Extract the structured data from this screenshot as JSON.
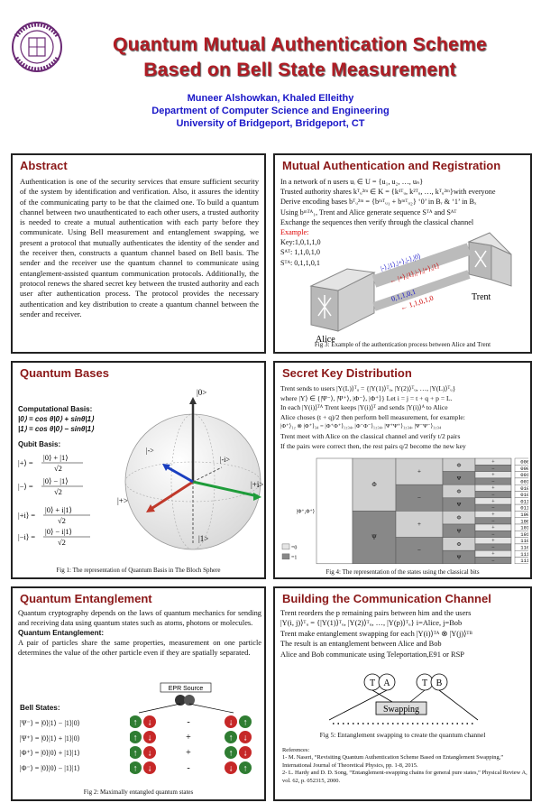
{
  "header": {
    "title_line1": "Quantum Mutual Authentication Scheme",
    "title_line2": "Based on Bell State Measurement",
    "authors": "Muneer Alshowkan, Khaled Elleithy",
    "department": "Department of Computer Science and Engineering",
    "university": "University of Bridgeport, Bridgeport, CT",
    "logo_text": "UNIVERSITY OF BRIDGEPORT"
  },
  "colors": {
    "title": "#b01c24",
    "authors": "#1a17c8",
    "panel_title": "#8a1717",
    "logo": "#6b2a75"
  },
  "abstract": {
    "title": "Abstract",
    "text": "Authentication is one of the security services that ensure sufficient security of the system by identification and verification. Also, it assures the identity of the communicating party to be that the claimed one. To build a quantum channel between two unauthenticated to each other users, a trusted authority is needed to create a mutual authentication with each party before they communicate. Using Bell measurement and entanglement swapping, we present a protocol that mutually authenticates the identity of the sender and the receiver then, constructs a quantum channel based on Bell basis. The sender and the receiver use the quantum channel to communicate using entanglement-assisted quantum communication protocols. Additionally, the protocol renews the shared secret key between the trusted authority and each user after authentication process. The protocol provides the necessary authentication and key distribution to create a quantum channel between the sender and receiver."
  },
  "mutual": {
    "title": "Mutual Authentication and Registration",
    "lines": [
      "In a network of n users uᵢ ∈ U = {u₁, u₂, …, uₙ}",
      "Trusted authority shares kᵀᵤ²ᵐ ∈ K = {k¹ᵀᵤ, k²ᵀᵤ, …, kᵀᵤ²ᵐ}with everyone",
      "Derive encoding bases bᵀᵤ²ᵐ = {bᵐᵀᵤ₁ + bᵐᵀᵤ₂} ‘0’ in Bᵣ & ‘1’ in Bₓ",
      "Using bᵐᵀᴬ₁, Trent and Alice generate sequence Sᵀᴬ and Sᴬᵀ",
      "Exchange the sequences then verify through the classical channel"
    ],
    "example_label": "Example:",
    "key": "Key:1,0,1,1,0",
    "sat": "Sᴬᵀ: 1,1,0,1,0",
    "sta": "Sᵀᴬ: 0,1,1,0,1",
    "alice": "Alice",
    "trent": "Trent",
    "arrow_top": "|-⟩,|1⟩,|+⟩,|-⟩,|0⟩",
    "arrow_mid": "← |+⟩,|1⟩,|-⟩,|+⟩,|1⟩",
    "arrow_bits1": "0,1,1,0,1",
    "arrow_bits2": "← 1,1,0,1,0",
    "caption": "Fig 3: Example of the authentication process between Alice and Trent"
  },
  "quantum_bases": {
    "title": "Quantum Bases",
    "comp_label": "Computational Basis:",
    "comp1": "|0⟩ = cos θ|0⟩ + sinθ|1⟩",
    "comp2": "|1⟩ = cos θ|0⟩ − sinθ|1⟩",
    "qubit_label": "Qubit Basis:",
    "plus_lhs": "|+⟩ =",
    "plus_num": "|0⟩ + |1⟩",
    "minus_lhs": "|−⟩ =",
    "minus_num": "|0⟩ − |1⟩",
    "plusi_lhs": "|+i⟩ =",
    "plusi_num": "|0⟩ + i|1⟩",
    "minusi_lhs": "|−i⟩ =",
    "minusi_num": "|0⟩ − i|1⟩",
    "den": "√2",
    "sphere_0": "|0>",
    "sphere_1": "|1>",
    "sphere_plus": "|+>",
    "sphere_minus": "|->",
    "sphere_plusi": "|+i>",
    "sphere_minusi": "|-i>",
    "caption": "Fig 1: The representation of Quantum Basis in The Bloch Sphere"
  },
  "secret": {
    "title": "Secret Key Distribution",
    "lines": [
      "Trent sends to users |Υ(L)⟩ᵀᵤ = {|Υ(1)⟩ᵀᵤ, |Υ(2)⟩ᵀᵤ, …, |Υ(L)⟩ᵀᵤ}",
      "where |Υ⟩ ∈ {|Ψ⁻⟩, |Ψ⁺⟩, |Φ⁻⟩, |Φ⁺⟩} Let i = j = t + q + p = L.",
      "In each |Υ(i)⟩ᵀᴬ Trent keeps |Υ(i)⟩ᵀ and sends |Υ(i)⟩ᴬ to Alice",
      "Alice choses (t + q)/2 then perform bell measurement, for example:",
      "|Φ⁺⟩₁₂ ⊗ |Φ⁺⟩₃₄ = |Φ⁺Φ⁺⟩₁₂₃₄, |Φ⁻Φ⁻⟩₁₂₃₄, |Ψ⁺Ψ⁺⟩₁₂₃₄, |Ψ⁻Ψ⁻⟩₁₂₃₄",
      "Trent meet with Alice on the classical channel and verify t/2 pairs",
      "If the pairs were correct then, the rest pairs q/2 become the new key"
    ],
    "table_root": "|Φ⁺,Φ⁺⟩",
    "level1": [
      "Φ",
      "Ψ"
    ],
    "level2": [
      "+",
      "−",
      "+",
      "−"
    ],
    "level3": [
      "Φ",
      "Ψ",
      "Φ",
      "Ψ",
      "Φ",
      "Ψ",
      "Φ",
      "Ψ"
    ],
    "signs": [
      "+",
      "−",
      "+",
      "−",
      "+",
      "−",
      "+",
      "−",
      "+",
      "−",
      "+",
      "−",
      "+",
      "−",
      "+",
      "−"
    ],
    "bits": [
      "0000",
      "0001",
      "0010",
      "0011",
      "0100",
      "0101",
      "0110",
      "0111",
      "1000",
      "1001",
      "1010",
      "1011",
      "1100",
      "1101",
      "1110",
      "1111"
    ],
    "legend0": "=0",
    "legend1": "=1",
    "caption": "Fig 4: The representation of the states using the classical bits"
  },
  "entanglement": {
    "title": "Quantum Entanglement",
    "text1": "Quantum cryptography depends on the laws of quantum mechanics for sending and receiving data using quantum states such as atoms, photons or molecules.",
    "sub_label": "Quantum Entanglement:",
    "text2": "A pair of particles share the same properties, measurement on one particle determines the value of the other particle even if they are spatially separated.",
    "epr": "EPR Source",
    "bell_label": "Bell States:",
    "bell": [
      "|Ψ⁻⟩ = |0⟩|1⟩ − |1⟩|0⟩",
      "|Ψ⁺⟩ = |0⟩|1⟩ + |1⟩|0⟩",
      "|Φ⁺⟩ = |0⟩|0⟩ + |1⟩|1⟩",
      "|Φ⁻⟩ = |0⟩|0⟩ − |1⟩|1⟩"
    ],
    "ops": [
      "-",
      "+",
      "+",
      "-"
    ],
    "caption": "Fig 2: Maximally entangled quantum states"
  },
  "building": {
    "title": "Building the Communication Channel",
    "lines": [
      "Trent reorders the p remaining pairs between him and the users",
      "|Υ(i, j)⟩ᵀᵤ = {|Υ(1)⟩ᵀᵤ, |Υ(2)⟩ᵀᵤ, …, |Υ(p)⟩ᵀᵤ} i=Alice, j=Bob",
      "Trent make entanglement swapping for each |Υ(i)⟩ᵀᴬ ⊗ |Υ(j)⟩ᵀᴮ",
      "The result is an entanglement between Alice and Bob",
      "Alice and Bob communicate using Teleportation,E91 or RSP"
    ],
    "node_t1": "T",
    "node_a": "A",
    "node_t2": "T",
    "node_b": "B",
    "swap": "Swapping",
    "caption": "Fig 5: Entanglement swapping to create the quantum channel",
    "refs_label": "References:",
    "ref1": "1- M. Naseri, “Revisiting Quantum Authentication Scheme Based on Entanglement Swapping,” International Journal of Theoretical Physics, pp. 1-8, 2015.",
    "ref2": "2- L. Hardy and D. D. Song, “Entanglement-swapping chains for general pure states,” Physical Review A, vol. 62, p. 052315, 2000."
  }
}
